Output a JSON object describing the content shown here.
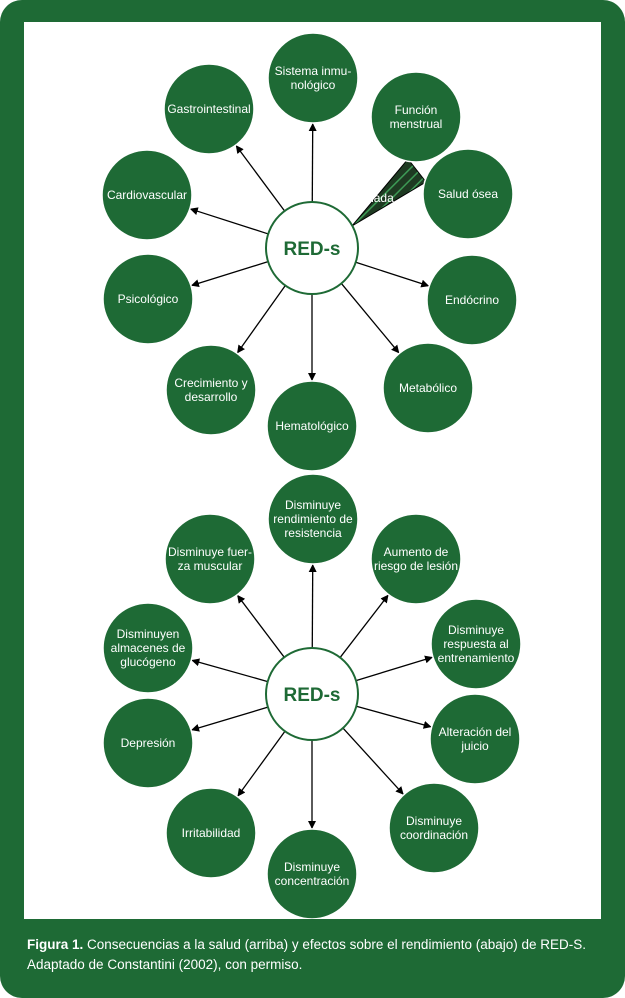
{
  "colors": {
    "frame": "#1e6a35",
    "node_fill": "#1e6a35",
    "node_stroke": "#ffffff",
    "center_fill": "#ffffff",
    "center_stroke": "#1e6a35",
    "arrow": "#000000"
  },
  "top_diagram": {
    "center": "RED-s",
    "triad_label": "Triada",
    "nodes": [
      [
        "Sistema inmu-",
        "nológico"
      ],
      [
        "Función",
        "menstrual"
      ],
      [
        "Salud ósea"
      ],
      [
        "Endócrino"
      ],
      [
        "Metabólico"
      ],
      [
        "Hematológico"
      ],
      [
        "Crecimiento y",
        "desarrollo"
      ],
      [
        "Psicológico"
      ],
      [
        "Cardiovascular"
      ],
      [
        "Gastrointestinal"
      ]
    ]
  },
  "bottom_diagram": {
    "center": "RED-s",
    "nodes": [
      [
        "Disminuye",
        "rendimiento de",
        "resistencia"
      ],
      [
        "Aumento de",
        "riesgo de lesión"
      ],
      [
        "Disminuye",
        "respuesta al",
        "entrenamiento"
      ],
      [
        "Alteración del",
        "juicio"
      ],
      [
        "Disminuye",
        "coordinación"
      ],
      [
        "Disminuye",
        "concentración"
      ],
      [
        "Irritabilidad"
      ],
      [
        "Depresión"
      ],
      [
        "Disminuyen",
        "almacenes de",
        "glucógeno"
      ],
      [
        "Disminuye fuer-",
        "za muscular"
      ]
    ]
  },
  "caption": {
    "label": "Figura 1.",
    "line1": " Consecuencias a la salud (arriba) y efectos sobre el rendimiento (abajo) de RED-S.",
    "line2": "Adaptado de Constantini (2002), con permiso."
  }
}
